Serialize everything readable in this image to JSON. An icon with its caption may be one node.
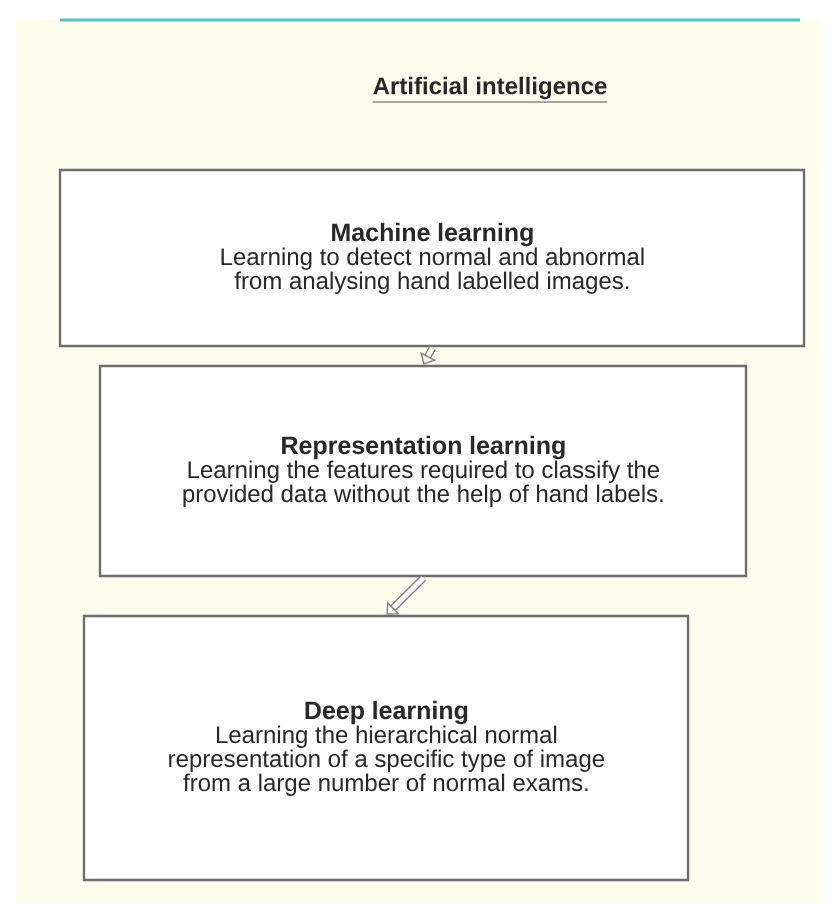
{
  "diagram": {
    "title": "Artificial intelligence",
    "nodes": [
      {
        "text": [
          "Machine learning",
          "Learning to detect normal and abnormal from analysing hand labelled images."
        ]
      },
      {
        "text": [
          "Representation learning",
          "Learning the features required to classify the provided data without the help of hand labels."
        ]
      },
      {
        "text": [
          "Deep learning",
          "Learning the hierarchical normal representation of a specific type of image from a large number of normal exams."
        ]
      }
    ],
    "edges": [
      {
        "from": 0,
        "to": 1,
        "arrow": "to"
      },
      {
        "from": 1,
        "to": 2,
        "arrow": "to"
      }
    ]
  }
}
